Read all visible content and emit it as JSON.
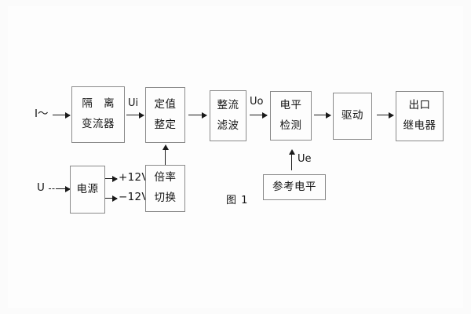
{
  "figure": {
    "caption": "图 1",
    "blocks": [
      {
        "id": "isolation-ct",
        "lines": [
          "隔 离",
          "变流器"
        ]
      },
      {
        "id": "setting",
        "lines": [
          "定值",
          "整定"
        ]
      },
      {
        "id": "rectify-filter",
        "lines": [
          "整流",
          "滤波"
        ]
      },
      {
        "id": "level-detect",
        "lines": [
          "电平",
          "检测"
        ]
      },
      {
        "id": "drive",
        "lines": [
          "驱动"
        ]
      },
      {
        "id": "output-relay",
        "lines": [
          "出口",
          "继电器"
        ]
      },
      {
        "id": "power-supply",
        "lines": [
          "电源"
        ]
      },
      {
        "id": "range-switch",
        "lines": [
          "倍率",
          "切换"
        ]
      },
      {
        "id": "reference-level",
        "lines": [
          "参考电平"
        ]
      }
    ],
    "signals": {
      "current_input": "I～",
      "voltage_input": "U",
      "ui": "Ui",
      "uo": "Uo",
      "ue": "Ue",
      "rail_positive": "+12V",
      "rail_negative": "−12V"
    }
  },
  "colors": {
    "background": "#fbfbfb",
    "box_border": "#8a8a8a",
    "line": "#1a1a1a",
    "text": "#141414"
  }
}
